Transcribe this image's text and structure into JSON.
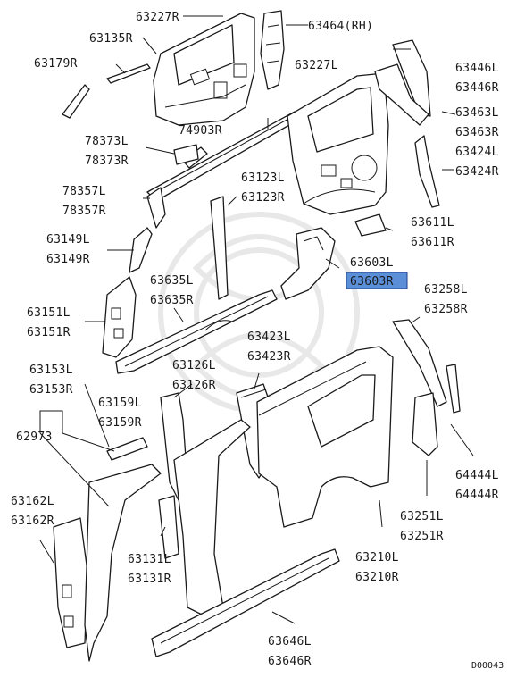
{
  "labels": {
    "l63227R": "63227R",
    "l63464": "63464(RH)",
    "l63135R": "63135R",
    "l63179R": "63179R",
    "l63227L": "63227L",
    "l63446L": "63446L",
    "l63446R": "63446R",
    "l63463L": "63463L",
    "l63463R": "63463R",
    "l74903R": "74903R",
    "l78373L": "78373L",
    "l78373R": "78373R",
    "l63424L": "63424L",
    "l63424R": "63424R",
    "l78357L": "78357L",
    "l78357R": "78357R",
    "l63123L": "63123L",
    "l63123R": "63123R",
    "l63611L": "63611L",
    "l63611R": "63611R",
    "l63149L": "63149L",
    "l63149R": "63149R",
    "l63603L": "63603L",
    "l63603R": "63603R",
    "l63635L": "63635L",
    "l63635R": "63635R",
    "l63258L": "63258L",
    "l63258R": "63258R",
    "l63151L": "63151L",
    "l63151R": "63151R",
    "l63423L": "63423L",
    "l63423R": "63423R",
    "l63153L": "63153L",
    "l63153R": "63153R",
    "l63126L": "63126L",
    "l63126R": "63126R",
    "l63159L": "63159L",
    "l63159R": "63159R",
    "l62973": "62973",
    "l63162L": "63162L",
    "l63162R": "63162R",
    "l64444L": "64444L",
    "l64444R": "64444R",
    "l63131L": "63131L",
    "l63131R": "63131R",
    "l63251L": "63251L",
    "l63251R": "63251R",
    "l63210L": "63210L",
    "l63210R": "63210R",
    "l63646L": "63646L",
    "l63646R": "63646R"
  },
  "diagram_code": "D00043",
  "colors": {
    "highlight": "#5b8fd8",
    "line": "#1a1a1a"
  }
}
